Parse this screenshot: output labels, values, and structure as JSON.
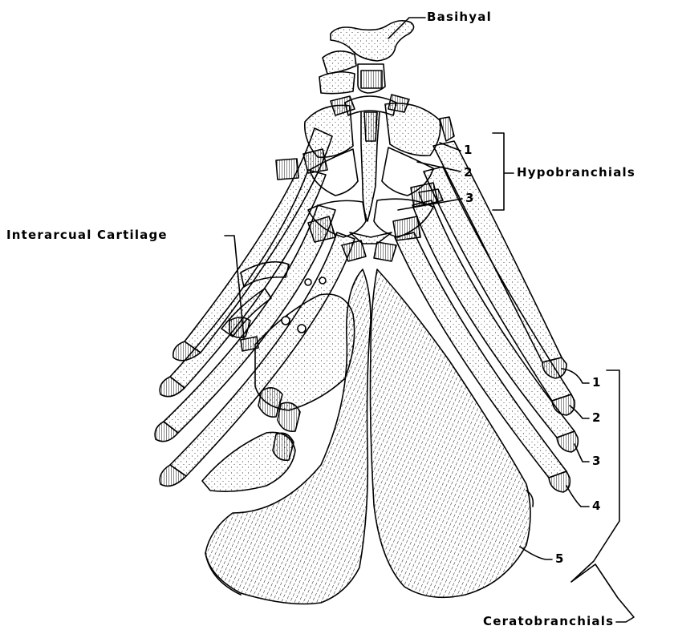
{
  "labels": {
    "basihyal": "Basihyal",
    "hypobranchials": "Hypobranchials",
    "interarcual_cartilage": "Interarcual Cartilage",
    "ceratobranchials": "Ceratobranchials"
  },
  "hypobranchial_numbers": [
    "1",
    "2",
    "3"
  ],
  "ceratobranchial_numbers": [
    "1",
    "2",
    "3",
    "4",
    "5"
  ],
  "colors": {
    "ink": "#000000",
    "paper": "#ffffff"
  }
}
